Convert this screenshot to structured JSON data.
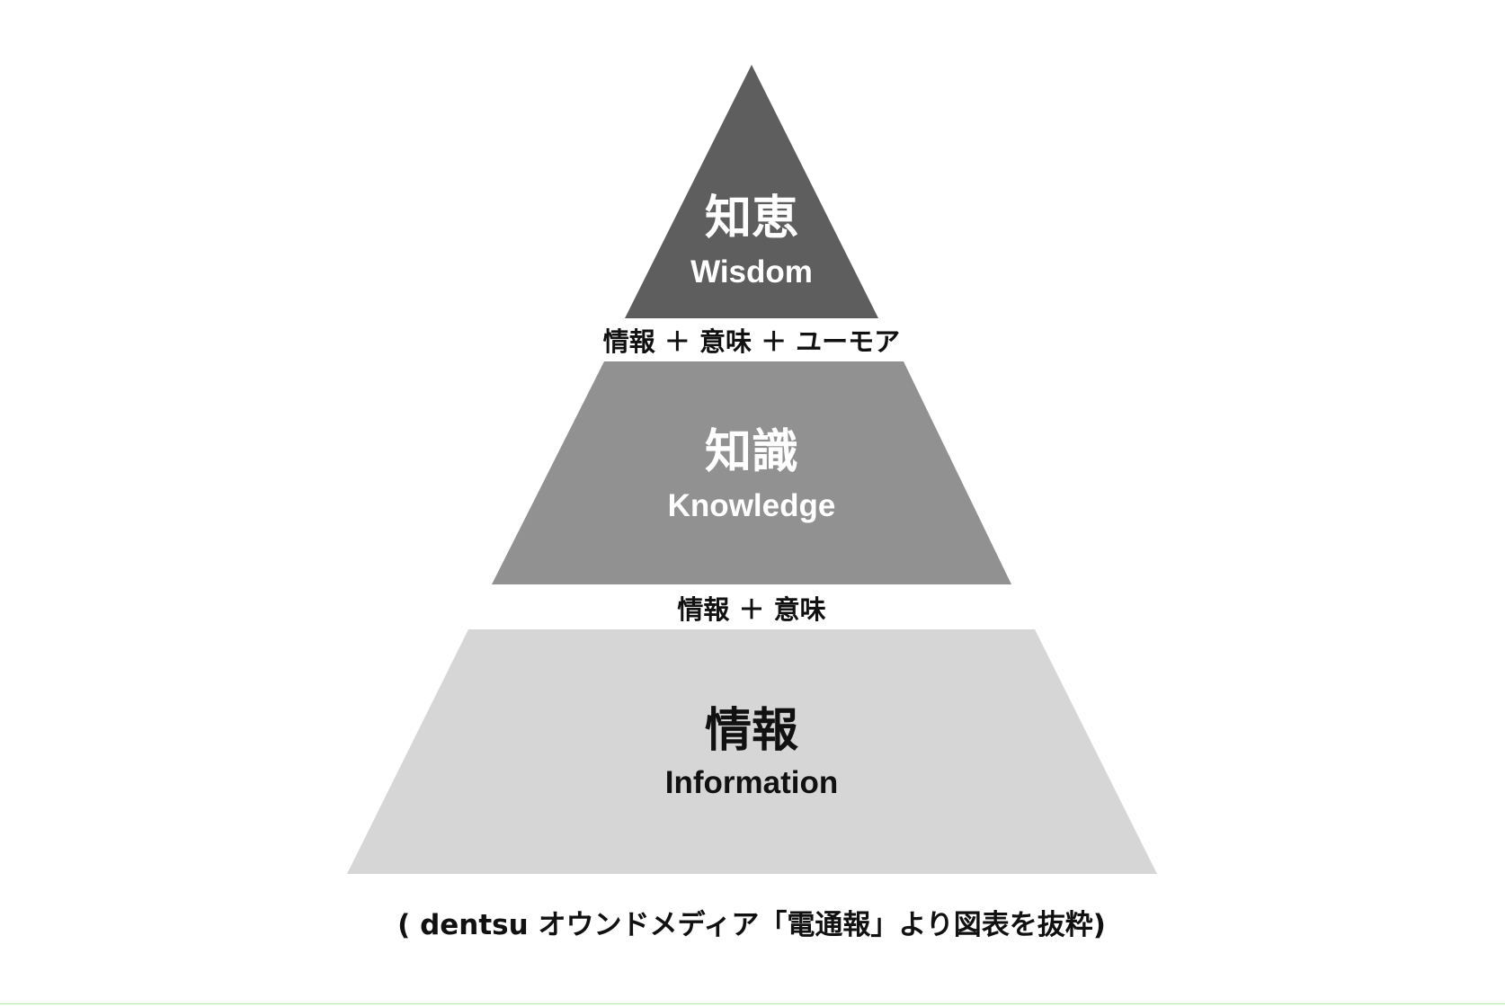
{
  "pyramid": {
    "tiers": [
      {
        "title": "知恵",
        "subtitle": "Wisdom",
        "fill": "#5e5e5e",
        "text_color": "#ffffff"
      },
      {
        "title": "知識",
        "subtitle": "Knowledge",
        "fill": "#919191",
        "text_color": "#ffffff"
      },
      {
        "title": "情報",
        "subtitle": "Information",
        "fill": "#d6d6d6",
        "text_color": "#111111"
      }
    ],
    "formulas": {
      "upper": "情報 ＋ 意味 ＋ ユーモア",
      "lower": "情報 ＋ 意味"
    }
  },
  "caption": "( dentsu オウンドメディア「電通報」より図表を抜粋)",
  "colors": {
    "background": "#ffffff",
    "text": "#111111",
    "bottom_rule": "#b9ecb0"
  }
}
